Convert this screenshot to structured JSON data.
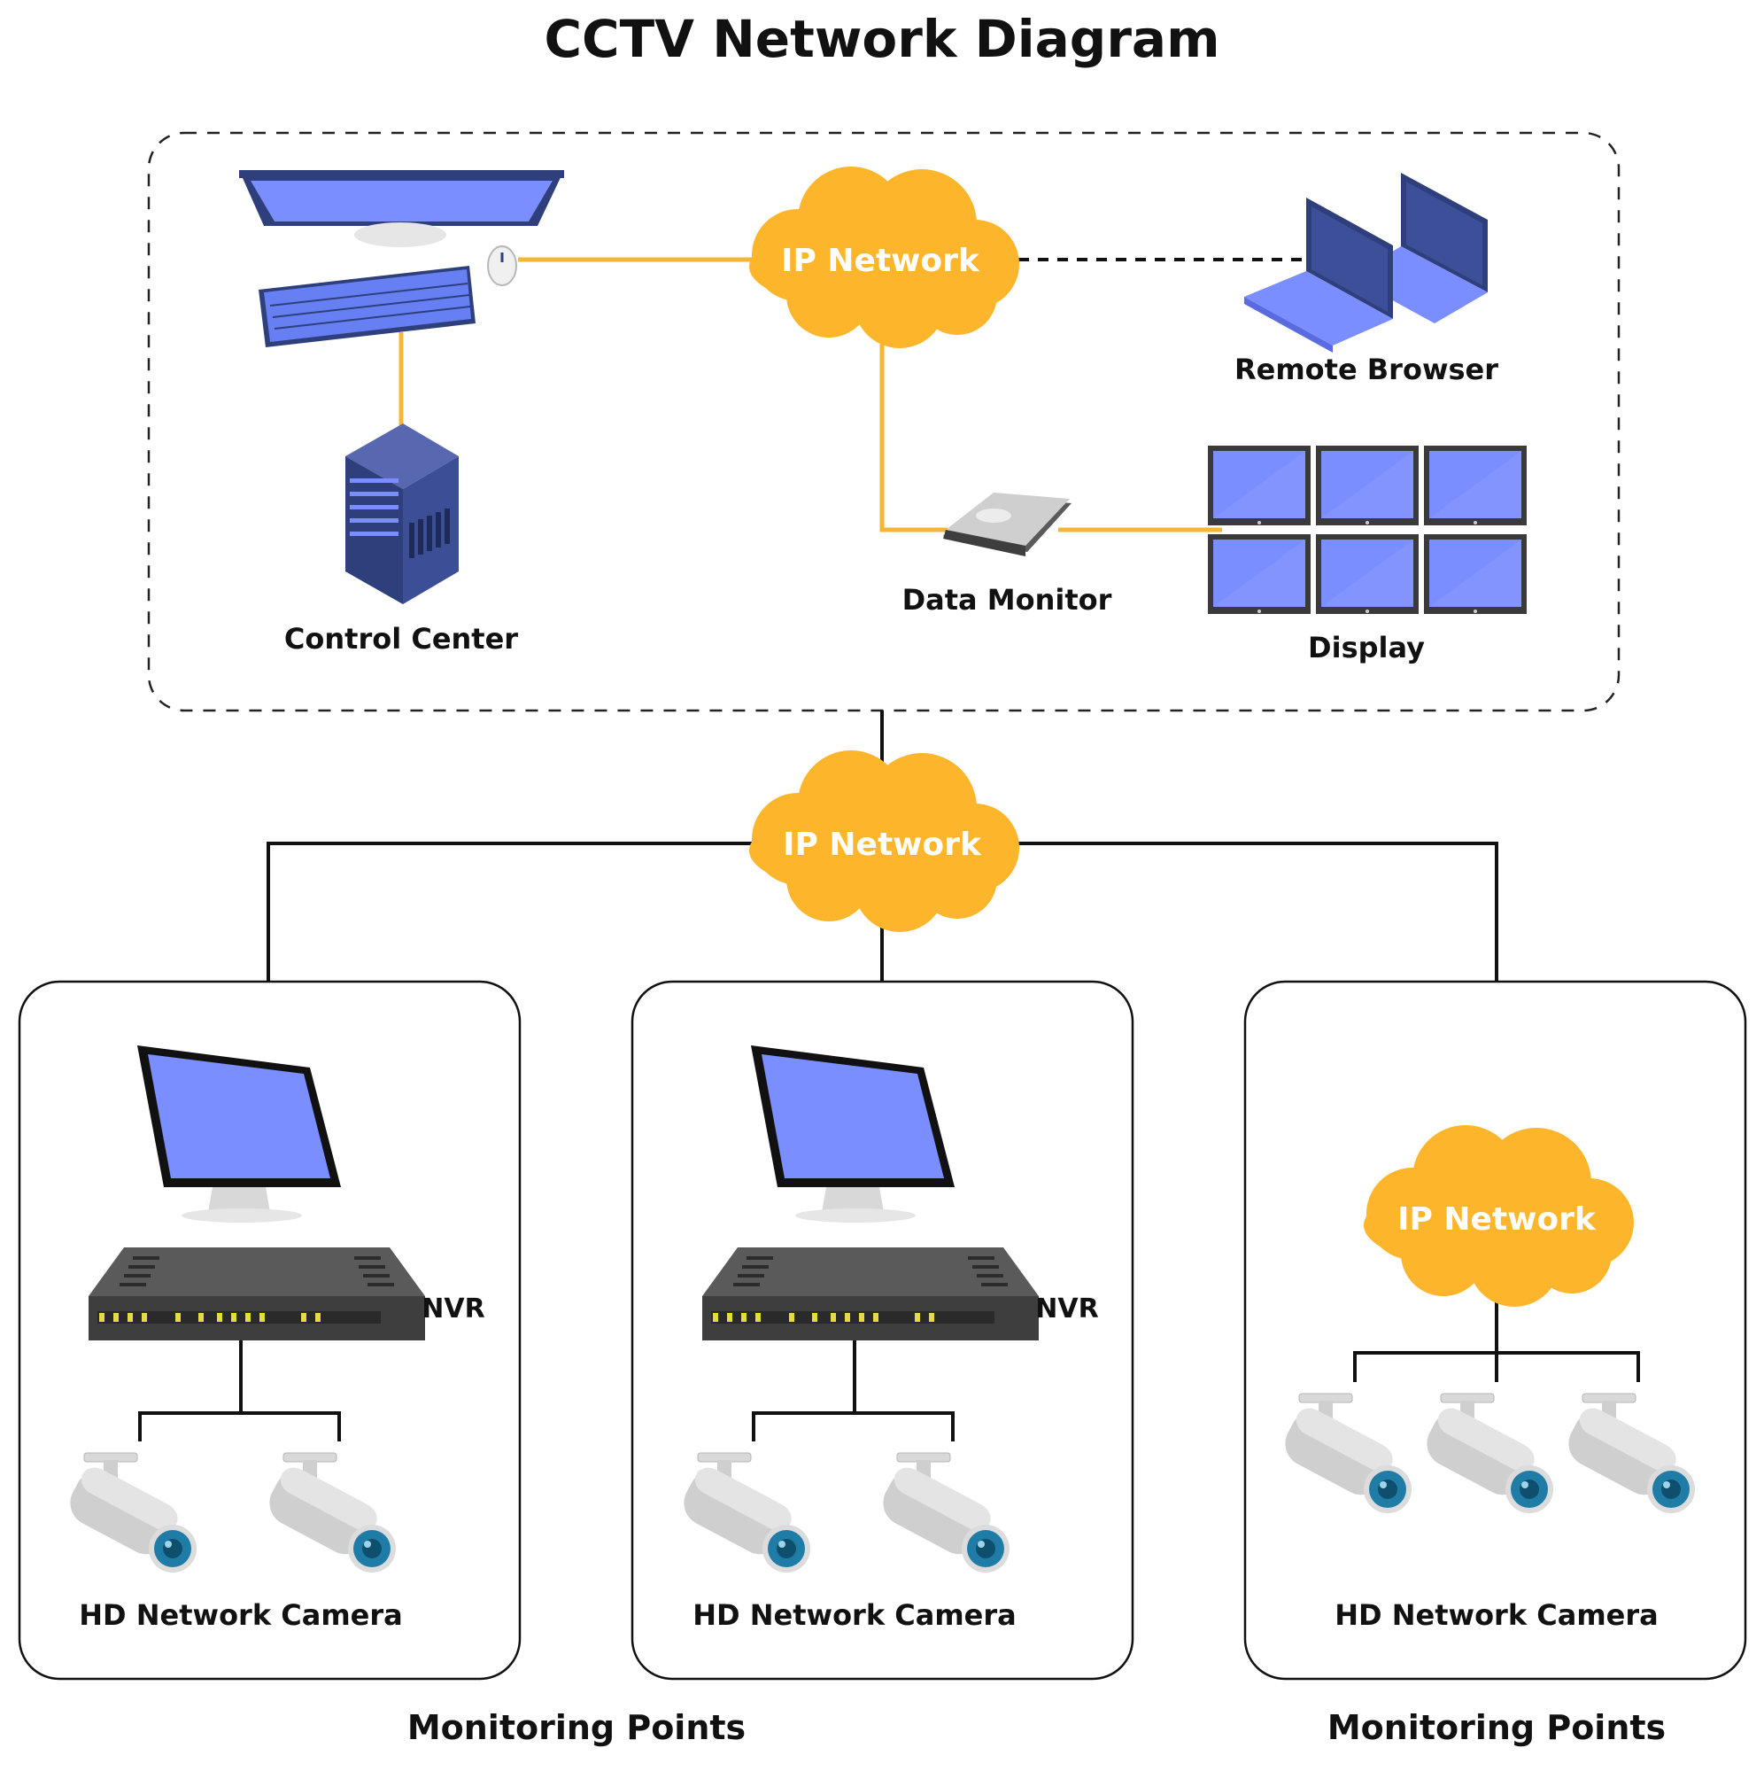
{
  "title": "CCTV Network Diagram",
  "top_section": {
    "cloud_label": "IP Network",
    "control_center_label": "Control Center",
    "data_monitor_label": "Data Monitor",
    "remote_browser_label": "Remote Browser",
    "display_label": "Display"
  },
  "middle_cloud_label": "IP Network",
  "monitoring_points": [
    {
      "nvr_label": "NVR",
      "camera_label": "HD Network Camera"
    },
    {
      "nvr_label": "NVR",
      "camera_label": "HD Network Camera"
    },
    {
      "cloud_label": "IP Network",
      "camera_label": "HD Network Camera"
    }
  ],
  "footer_labels": [
    "Monitoring Points",
    "Monitoring Points"
  ],
  "colors": {
    "cloud": "#FDB52B",
    "link_top": "#F6B533",
    "screen": "#7B8EFF",
    "device_dark": "#2E3F7C",
    "nvr_body": "#3E3E3E",
    "camera_lens": "#1F7CA6"
  }
}
